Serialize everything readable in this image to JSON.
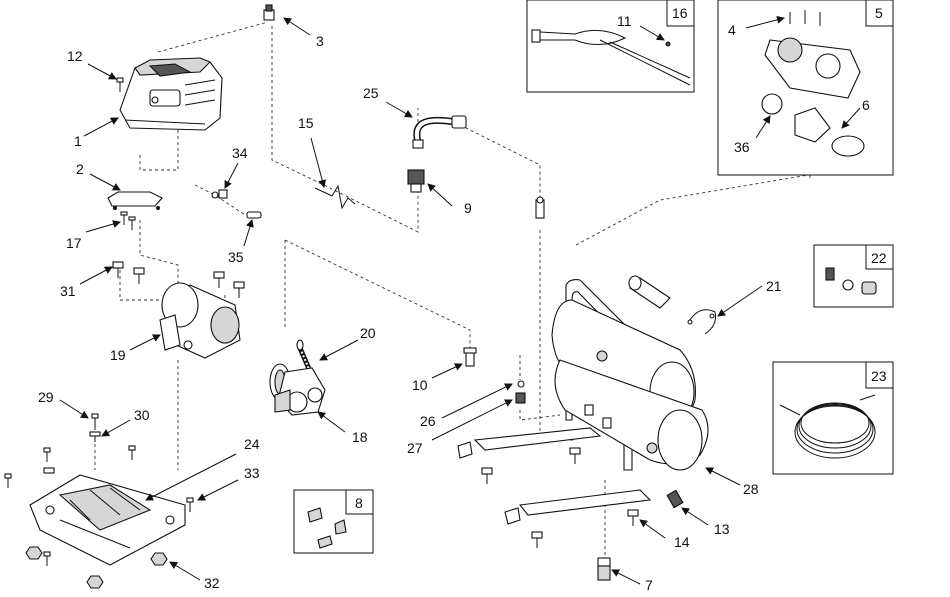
{
  "diagram": {
    "callouts": [
      "1",
      "2",
      "3",
      "4",
      "5",
      "6",
      "7",
      "8",
      "9",
      "10",
      "11",
      "12",
      "13",
      "14",
      "15",
      "16",
      "17",
      "18",
      "19",
      "20",
      "21",
      "22",
      "23",
      "24",
      "25",
      "26",
      "27",
      "28",
      "29",
      "30",
      "31",
      "32",
      "33",
      "34",
      "35",
      "36"
    ],
    "inset_boxes": [
      "16",
      "5",
      "22",
      "23",
      "8"
    ]
  }
}
